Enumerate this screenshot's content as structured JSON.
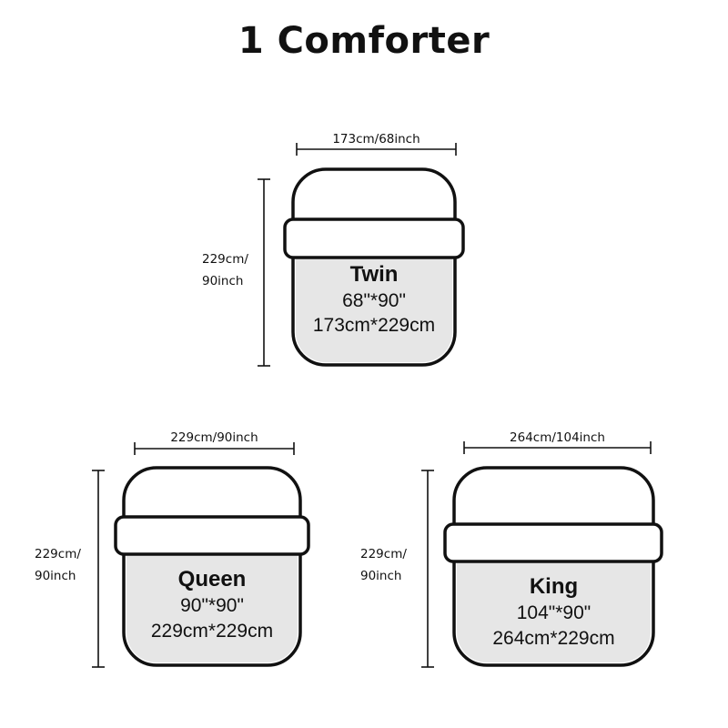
{
  "title": "1 Comforter",
  "items": [
    {
      "name": "Twin",
      "size_inch": "68\"*90\"",
      "size_cm": "173cm*229cm",
      "width_label": "173cm/68inch",
      "height_label_1": "229cm/",
      "height_label_2": "90inch"
    },
    {
      "name": "Queen",
      "size_inch": "90\"*90\"",
      "size_cm": "229cm*229cm",
      "width_label": "229cm/90inch",
      "height_label_1": "229cm/",
      "height_label_2": "90inch"
    },
    {
      "name": "King",
      "size_inch": "104\"*90\"",
      "size_cm": "264cm*229cm",
      "width_label": "264cm/104inch",
      "height_label_1": "229cm/",
      "height_label_2": "90inch"
    }
  ],
  "colors": {
    "stroke": "#111111",
    "fill": "#e6e6e6",
    "band": "#ffffff"
  }
}
